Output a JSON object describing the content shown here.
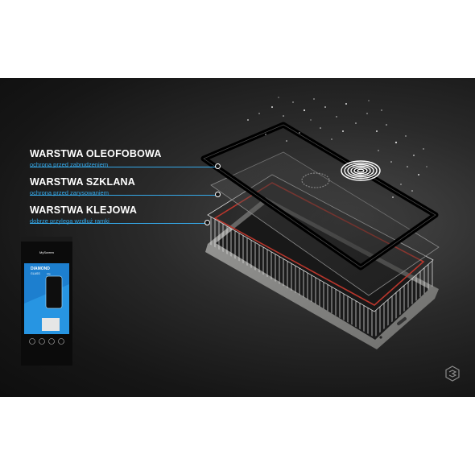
{
  "layers": [
    {
      "title": "WARSTWA OLEOFOBOWA",
      "subtitle": "ochrona przed zabrudzeniem"
    },
    {
      "title": "WARSTWA SZKLANA",
      "subtitle": "ochrona przed zarysowaniem"
    },
    {
      "title": "WARSTWA KLEJOWA",
      "subtitle": "dobrze przylega wzdłuż ramki"
    }
  ],
  "package": {
    "brand": "MyScreen",
    "product": "DIAMOND",
    "product_line": "GLASS",
    "tagline": "Lite"
  },
  "colors": {
    "accent": "#35a8e8",
    "adhesive_frame": "#b8362c",
    "background": "#1c1c1c"
  },
  "icons": [
    "fingerprint-icon",
    "brand-logo-icon"
  ]
}
